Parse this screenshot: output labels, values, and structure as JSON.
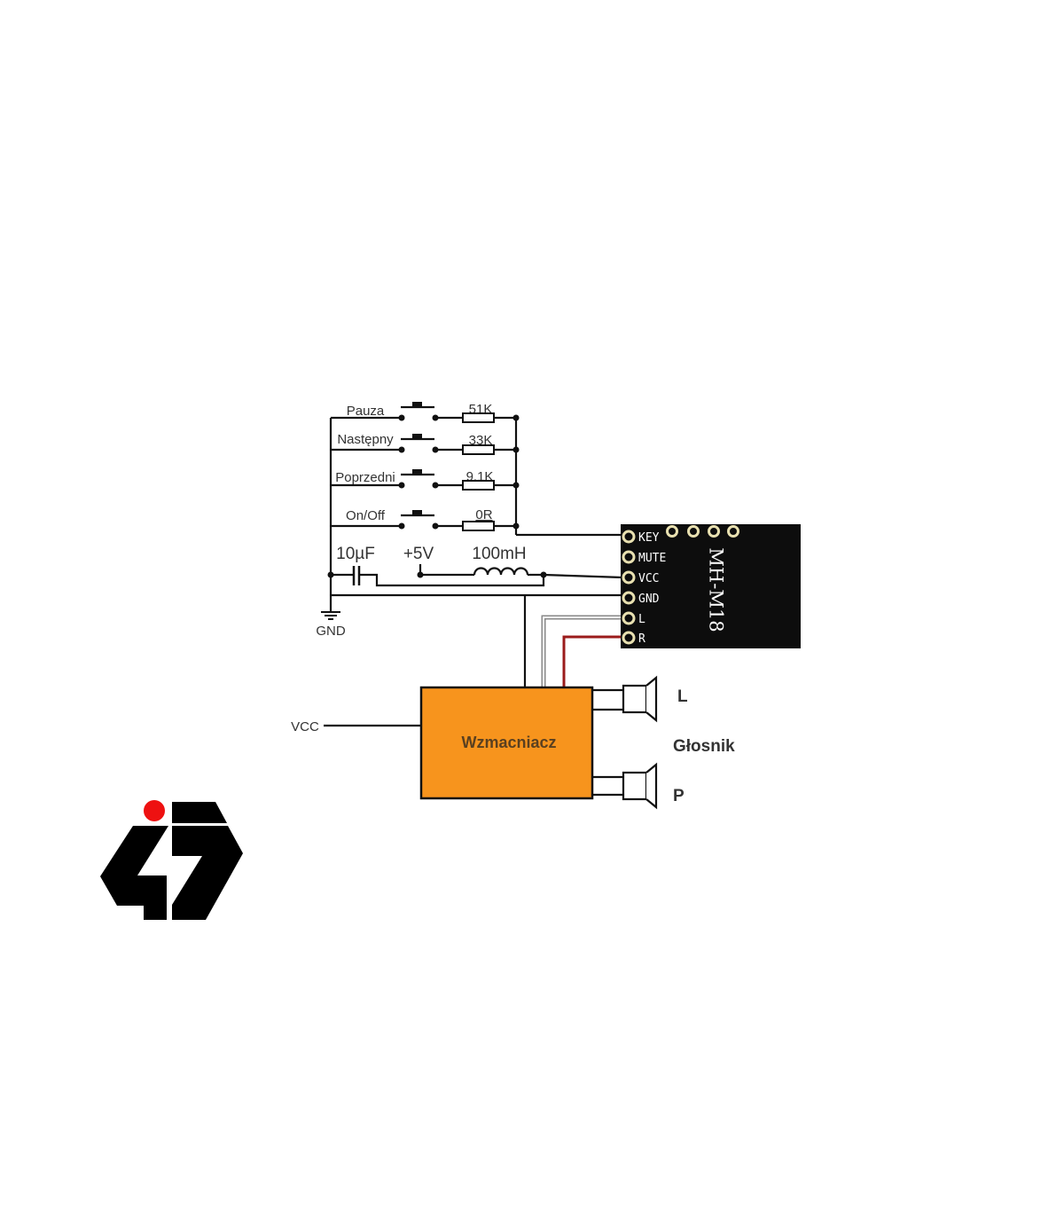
{
  "buttons": [
    {
      "label": "Pauza",
      "resistor": "51K"
    },
    {
      "label": "Następny",
      "resistor": "33K"
    },
    {
      "label": "Poprzedni",
      "resistor": "9.1K"
    },
    {
      "label": "On/Off",
      "resistor": "0R"
    }
  ],
  "capacitor": "10µF",
  "supply": "+5V",
  "inductor": "100mH",
  "ground": "GND",
  "module": {
    "name": "MH-M18",
    "pins": [
      "KEY",
      "MUTE",
      "VCC",
      "GND",
      "L",
      "R"
    ],
    "color": "#0d0d0d"
  },
  "amplifier": {
    "label": "Wzmacniacz",
    "vcc_label": "VCC",
    "color": "#f7941d"
  },
  "speakers": {
    "label": "Głosnik",
    "left": "L",
    "right": "P"
  },
  "wire_colors": {
    "r": "#9b1b1b",
    "l": "#999999"
  },
  "logo": {
    "dot_color": "#ee1111"
  }
}
